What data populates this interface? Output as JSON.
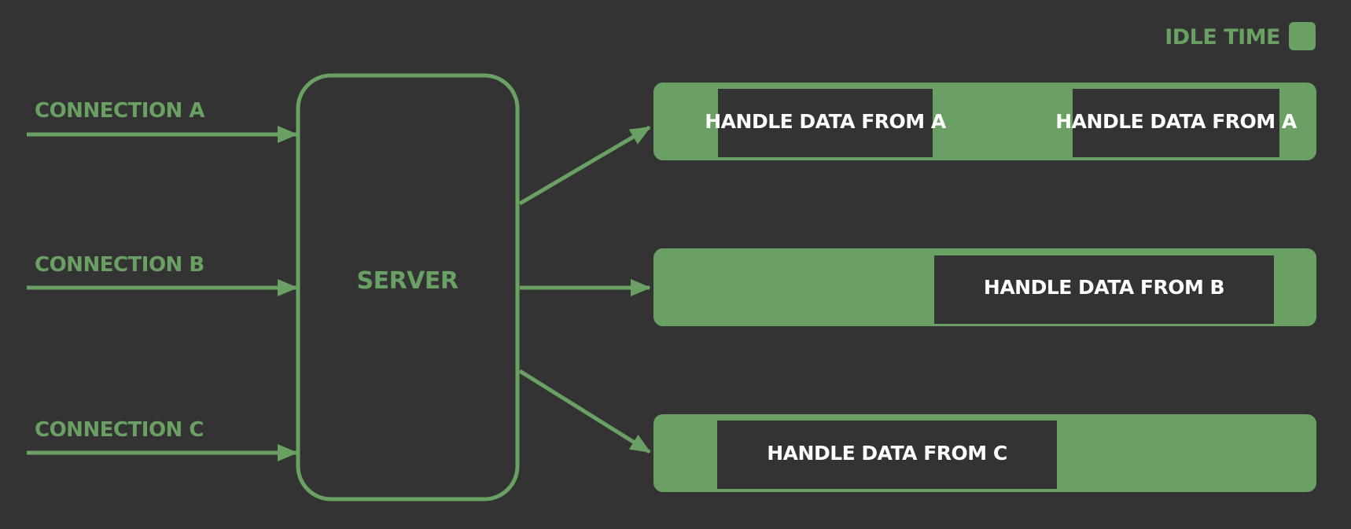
{
  "colors": {
    "background": "#333333",
    "accent": "#6aa063",
    "task_fill": "#333333",
    "task_text": "#ffffff"
  },
  "legend": {
    "label": "IDLE TIME"
  },
  "server": {
    "label": "SERVER"
  },
  "connections": [
    {
      "label": "CONNECTION A"
    },
    {
      "label": "CONNECTION B"
    },
    {
      "label": "CONNECTION C"
    }
  ],
  "timelines": [
    {
      "tasks": [
        {
          "label": "HANDLE DATA FROM A"
        },
        {
          "label": "HANDLE DATA FROM A"
        }
      ]
    },
    {
      "tasks": [
        {
          "label": "HANDLE DATA FROM B"
        }
      ]
    },
    {
      "tasks": [
        {
          "label": "HANDLE DATA FROM C"
        }
      ]
    }
  ]
}
